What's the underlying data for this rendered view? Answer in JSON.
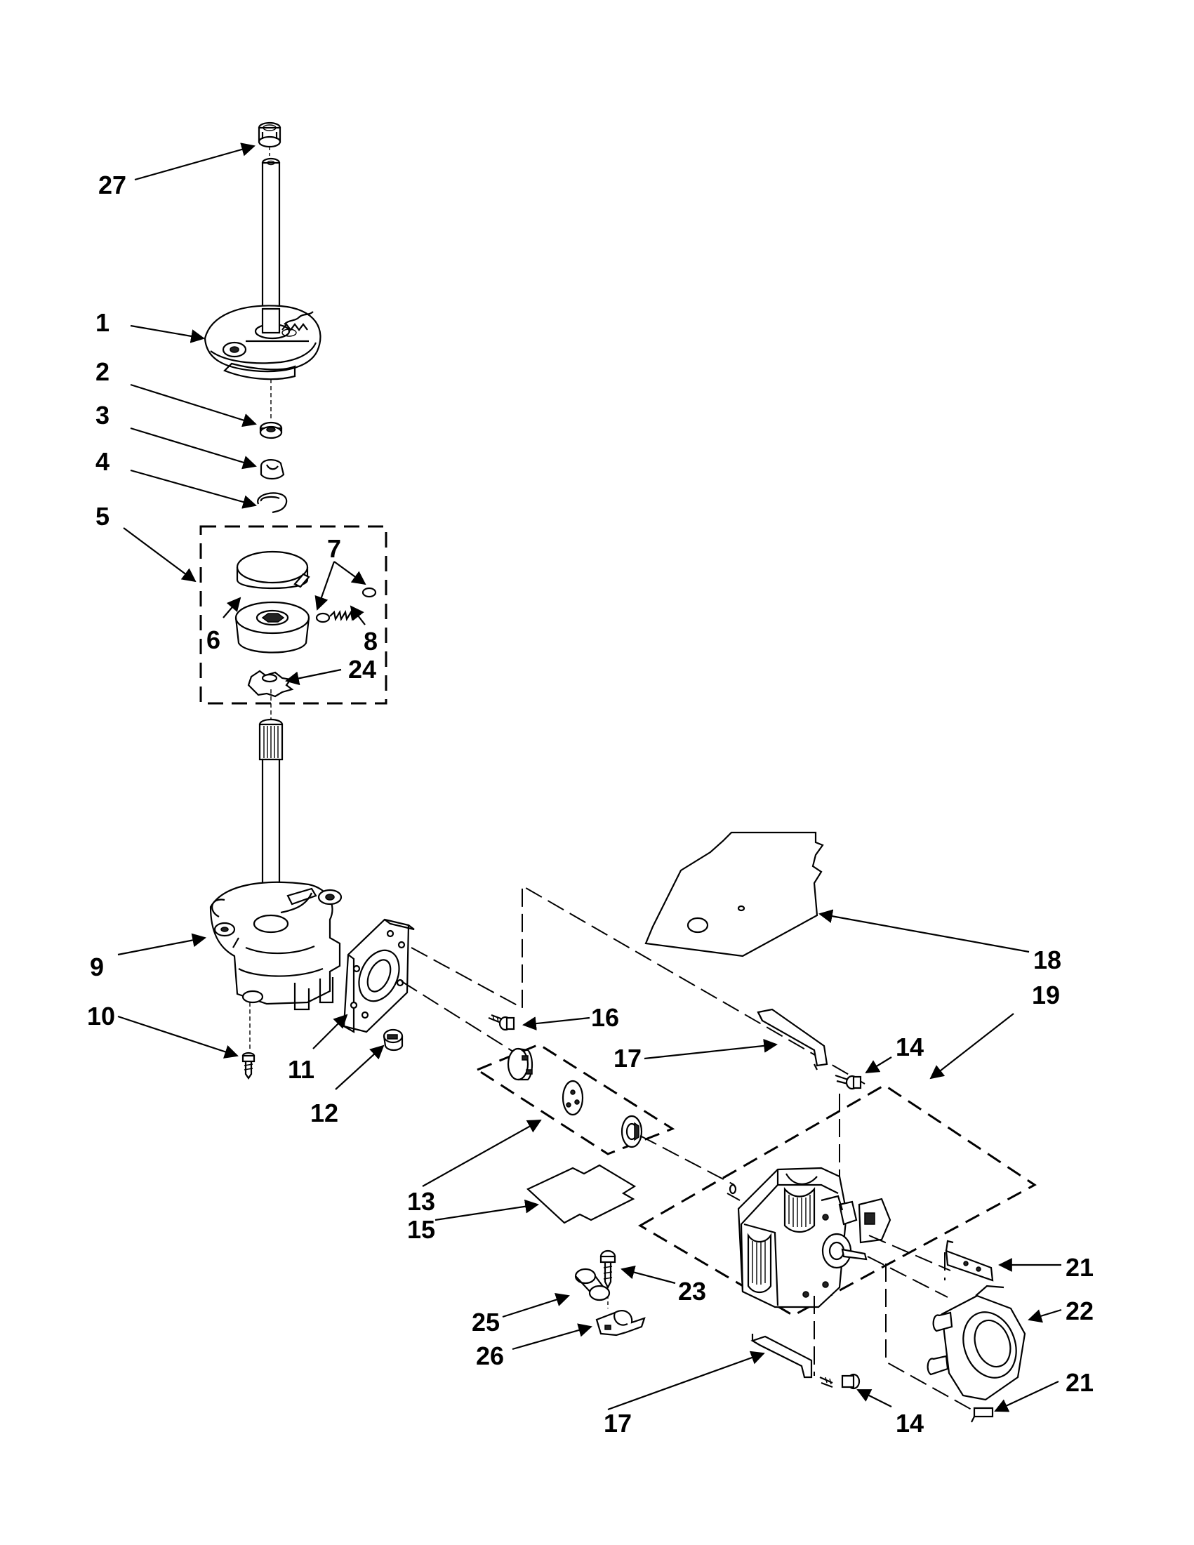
{
  "callouts": [
    {
      "id": "c27",
      "text": "27"
    },
    {
      "id": "c1",
      "text": "1"
    },
    {
      "id": "c2",
      "text": "2"
    },
    {
      "id": "c3",
      "text": "3"
    },
    {
      "id": "c4",
      "text": "4"
    },
    {
      "id": "c5",
      "text": "5"
    },
    {
      "id": "c7",
      "text": "7"
    },
    {
      "id": "c6",
      "text": "6"
    },
    {
      "id": "c8",
      "text": "8"
    },
    {
      "id": "c24",
      "text": "24"
    },
    {
      "id": "c9",
      "text": "9"
    },
    {
      "id": "c10",
      "text": "10"
    },
    {
      "id": "c11",
      "text": "11"
    },
    {
      "id": "c12",
      "text": "12"
    },
    {
      "id": "c16",
      "text": "16"
    },
    {
      "id": "c18",
      "text": "18"
    },
    {
      "id": "c19",
      "text": "19"
    },
    {
      "id": "c17a",
      "text": "17"
    },
    {
      "id": "c14a",
      "text": "14"
    },
    {
      "id": "c13",
      "text": "13"
    },
    {
      "id": "c15",
      "text": "15"
    },
    {
      "id": "c23",
      "text": "23"
    },
    {
      "id": "c21a",
      "text": "21"
    },
    {
      "id": "c22",
      "text": "22"
    },
    {
      "id": "c25",
      "text": "25"
    },
    {
      "id": "c26",
      "text": "26"
    },
    {
      "id": "c21b",
      "text": "21"
    },
    {
      "id": "c17b",
      "text": "17"
    },
    {
      "id": "c14b",
      "text": "14"
    }
  ]
}
